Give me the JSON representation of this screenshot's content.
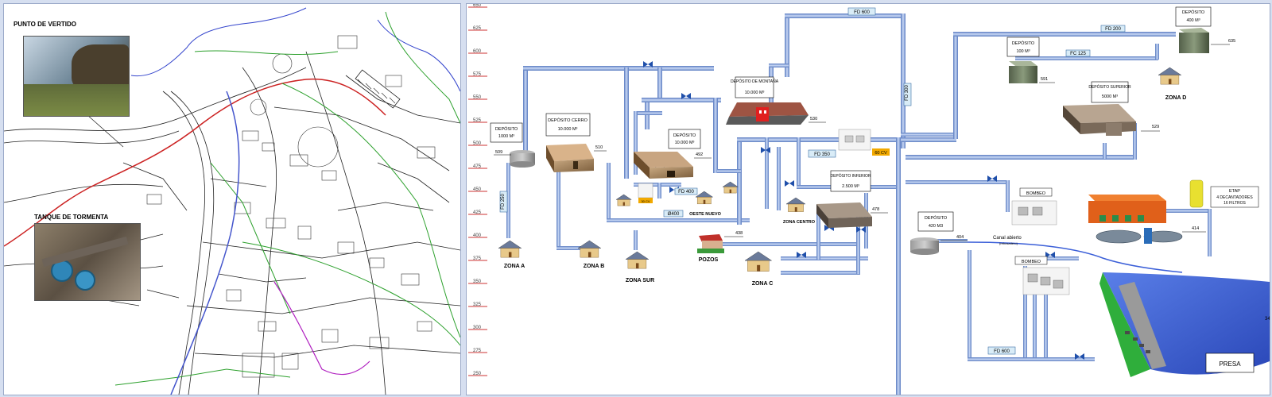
{
  "map": {
    "label_outfall": "PUNTO DE VERTIDO",
    "label_storm_tank": "TANQUE DE TORMENTA"
  },
  "scale": [
    "650",
    "625",
    "600",
    "575",
    "550",
    "525",
    "500",
    "475",
    "450",
    "425",
    "400",
    "375",
    "350",
    "325",
    "300",
    "275",
    "250"
  ],
  "tanks": {
    "deposito_a": {
      "title": "DEPÓSITO",
      "capacity": "1000 M³",
      "elev": "509"
    },
    "deposito_cerro": {
      "title": "DEPÓSITO CERRO",
      "capacity": "10.000 M³",
      "elev": "510"
    },
    "deposito_oeste": {
      "title": "DEPÓSITO",
      "capacity": "10.000 M³",
      "elev": "492"
    },
    "deposito_montana": {
      "title": "DEPÓSITO DE MONTAÑA",
      "capacity": "10.000 M³",
      "elev": "530"
    },
    "deposito_inferior": {
      "title": "DEPÓSITO INFERIOR",
      "capacity": "2.500 M³",
      "elev": "478"
    },
    "deposito_420": {
      "title": "DEPÓSITO",
      "capacity": "420 M3",
      "elev": "404"
    },
    "deposito_100": {
      "title": "DEPÓSITO",
      "capacity": "100 M³",
      "elev": "591"
    },
    "deposito_400": {
      "title": "DEPÓSITO",
      "capacity": "400 M³",
      "elev": "635"
    },
    "deposito_superior": {
      "title": "DEPÓSITO SUPERIOR",
      "capacity": "5000 M³",
      "elev": "529"
    }
  },
  "pipes": {
    "fd600_top": "FD 600",
    "fd300_v": "FD 300",
    "fd350": "FD 350",
    "fd200": "FD 200",
    "fc125": "FC 125",
    "fd250_v": "FD 250",
    "fd400": "FD 400",
    "o400": "Ø400",
    "fd600_bottom": "FD 600"
  },
  "pumps": {
    "p60cv": "60 CV",
    "p_small": "30 CV",
    "bombeo_1": "BOMBEO",
    "bombeo_2": "BOMBEO"
  },
  "zones": {
    "a": "ZONA A",
    "b": "ZONA B",
    "sur": "ZONA SUR",
    "c": "ZONA C",
    "centro": "ZONA CENTRO",
    "oeste": "OESTE NUEVO",
    "d": "ZONA D"
  },
  "facilities": {
    "pozos": "POZOS",
    "pozos_elev": "438",
    "etap_title": "ETAP",
    "etap_desc1": "4 DECANTADORES",
    "etap_desc2": "16 FILTROS",
    "etap_elev": "414",
    "canal": "Canal abierto",
    "canal_sub": "(rebosadero)",
    "presa": "PRESA",
    "presa_elev": "34"
  },
  "colors": {
    "pipe": "#9db6e6",
    "pipe_edge": "#5a7bc0",
    "label_box": "#d9ecf7",
    "pump_box": "#f2a900",
    "dam": "#2fae3b",
    "water": "#3b5fd8",
    "road_red": "#cc2222",
    "road_green": "#2ca02c",
    "road_blue": "#4455cc"
  }
}
